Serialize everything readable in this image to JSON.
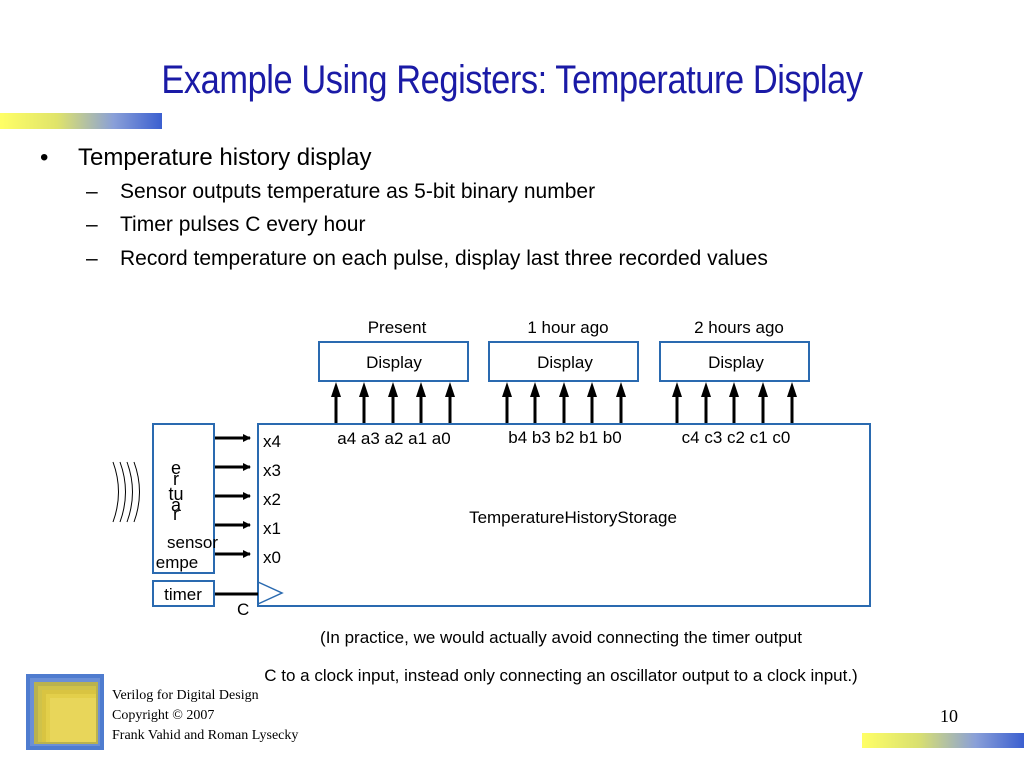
{
  "slide": {
    "title": "Example Using Registers: Temperature Display",
    "bullet": "Temperature history display",
    "subbullets": [
      "Sensor outputs temperature as 5-bit binary number",
      "Timer pulses C every hour",
      "Record temperature on each pulse, display last three recorded values"
    ],
    "bullet_marker": "•",
    "sub_marker": "–"
  },
  "diagram": {
    "display_headers": [
      "Present",
      "1 hour ago",
      "2 hours ago"
    ],
    "display_label": "Display",
    "bit_groups": [
      "a4 a3 a2 a1 a0",
      "b4 b3 b2 b1 b0",
      "c4 c3 c2 c1 c0"
    ],
    "inputs": [
      "x4",
      "x3",
      "x2",
      "x1",
      "x0"
    ],
    "clock_label": "C",
    "storage_label": "TemperatureHistoryStorage",
    "sensor_vertical_text": [
      "e",
      "r",
      "tu",
      "a",
      "r"
    ],
    "sensor_label": "sensor",
    "sensor_overlap": "empe",
    "timer_label": "timer",
    "note_line1": "(In practice, we would actually avoid connecting the timer output",
    "note_line2": "C to a clock input, instead only connecting an oscillator output to a clock input.)"
  },
  "footer": {
    "line1": "Verilog for Digital Design",
    "line2": "Copyright © 2007",
    "line3": "Frank Vahid and Roman Lysecky",
    "page": "10"
  },
  "colors": {
    "title": "#1a1aa6",
    "box_border": "#2a6ab0",
    "logo_outer": "#4f7ccf",
    "logo_inner": "#d9c441"
  }
}
